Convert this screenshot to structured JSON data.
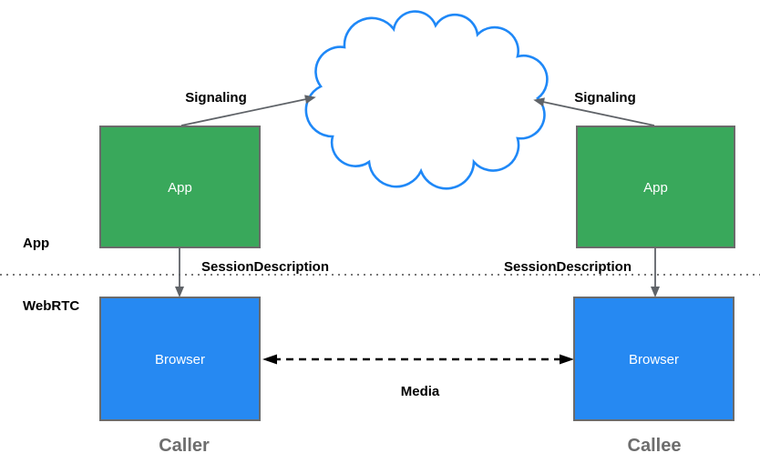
{
  "diagram": {
    "zones": {
      "app": "App",
      "webrtc": "WebRTC"
    },
    "nodes": {
      "caller_app": "App",
      "callee_app": "App",
      "caller_browser": "Browser",
      "callee_browser": "Browser"
    },
    "edges": {
      "signaling_left": "Signaling",
      "signaling_right": "Signaling",
      "session_description_left": "SessionDescription",
      "session_description_right": "SessionDescription",
      "media": "Media"
    },
    "endpoints": {
      "caller": "Caller",
      "callee": "Callee"
    },
    "colors": {
      "app_box_fill": "#39a85b",
      "browser_box_fill": "#2689f2",
      "box_border": "#6b6b6b",
      "cloud_stroke": "#1f88f7",
      "arrow": "#5f6368",
      "media": "#000000",
      "separator": "#787878",
      "endpoint_label": "#6d6d6d",
      "node_label": "#ffffff",
      "edge_label": "#000000"
    }
  }
}
